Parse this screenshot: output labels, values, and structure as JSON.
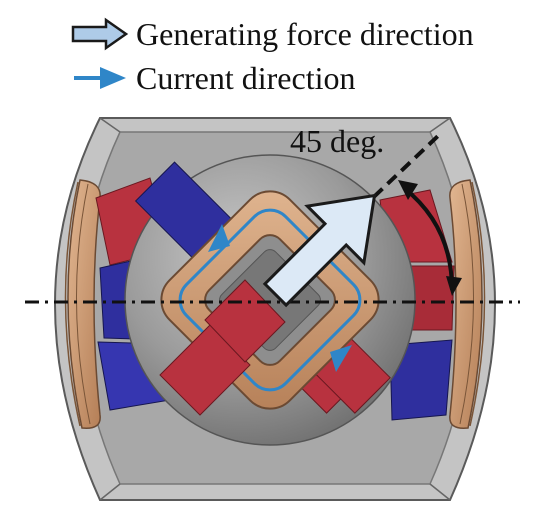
{
  "legend": {
    "force_label": "Generating force direction",
    "current_label": "Current direction"
  },
  "annotation": {
    "angle_label": "45 deg."
  },
  "colors": {
    "housing_fill": "#c3c3c3",
    "housing_inner": "#a9a9a9",
    "sphere": "#8f8f8f",
    "magnet_red": "#b8323f",
    "magnet_blue": "#2f2f9e",
    "coil_copper": "#c9966f",
    "current_arrow": "#2f86c8",
    "force_arrow_fill": "#dce9f6",
    "force_arrow_stroke": "#1a1a1a"
  },
  "icons": {
    "force_legend": "hollow-arrow-icon",
    "current_legend": "filled-arrow-icon"
  }
}
